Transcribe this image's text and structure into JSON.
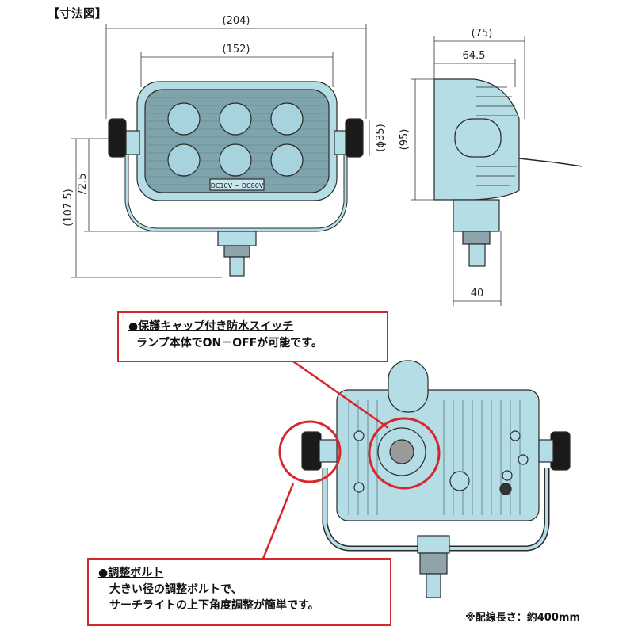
{
  "title": "【寸法図】",
  "dimensions": {
    "width_overall": "(204)",
    "width_lens": "(152)",
    "knob_dia": "(ϕ35)",
    "height_overall": "(107.5)",
    "height_mount": "72.5",
    "side_depth_total": "(75)",
    "side_depth": "64.5",
    "side_height": "(95)",
    "base_width": "40"
  },
  "lamp_label": "DC10V ~ DC80V",
  "callouts": [
    {
      "heading": "●保護キャップ付き防水スイッチ",
      "lines": [
        "ランプ本体でON－OFFが可能です。"
      ]
    },
    {
      "heading": "●調整ボルト",
      "lines": [
        "大きい径の調整ボルトで、",
        "サーチライトの上下角度調整が簡単です。"
      ]
    }
  ],
  "note": "※配線長さ：約400mm",
  "colors": {
    "body": "#b5dde6",
    "lens": "#9fd0db",
    "outline": "#2a2a2a",
    "callout": "#d8262c",
    "knob": "#1a1a1a"
  }
}
